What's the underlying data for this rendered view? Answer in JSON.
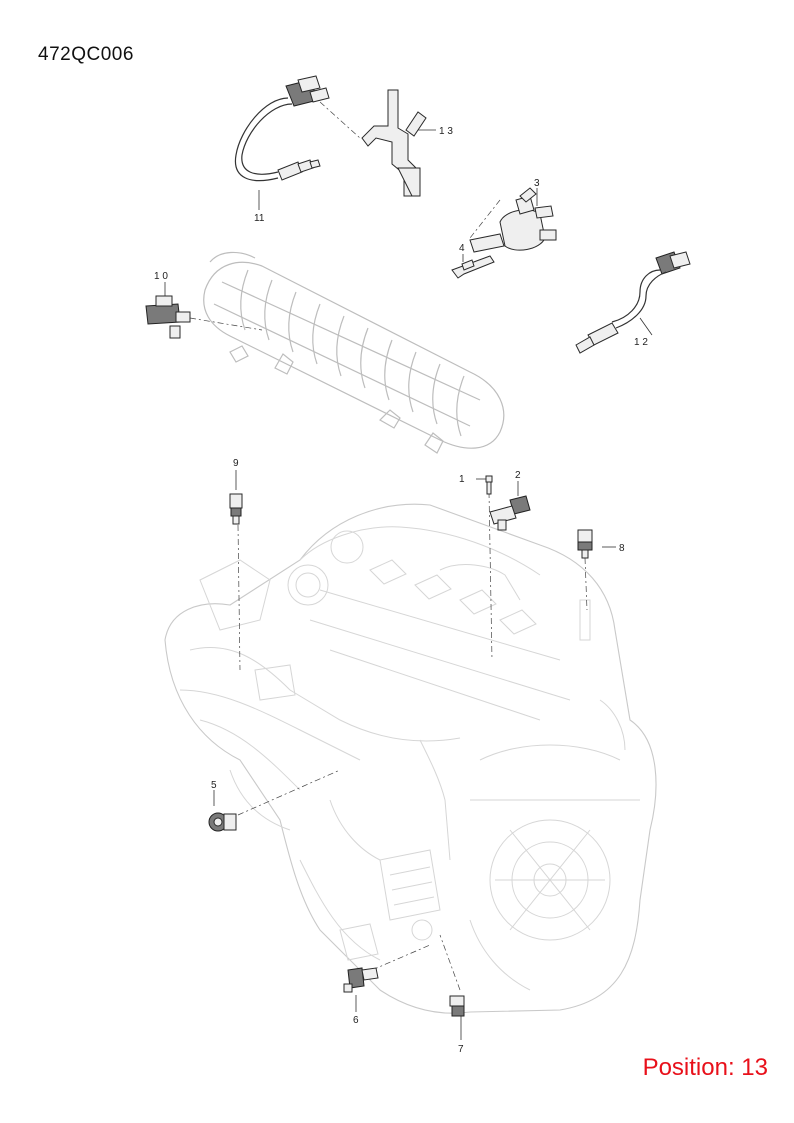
{
  "diagram": {
    "code": "472QC006",
    "position_label": "Position: 13"
  },
  "callouts": {
    "c1": "1",
    "c2": "2",
    "c3": "3",
    "c4": "4",
    "c5": "5",
    "c6": "6",
    "c7": "7",
    "c8": "8",
    "c9": "9",
    "c10": "1 0",
    "c11": "11",
    "c12": "1 2",
    "c13": "1 3"
  },
  "colors": {
    "position_label": "#e8101a",
    "engine_line": "#c9c9c9",
    "part_line": "#2a2a2a"
  }
}
